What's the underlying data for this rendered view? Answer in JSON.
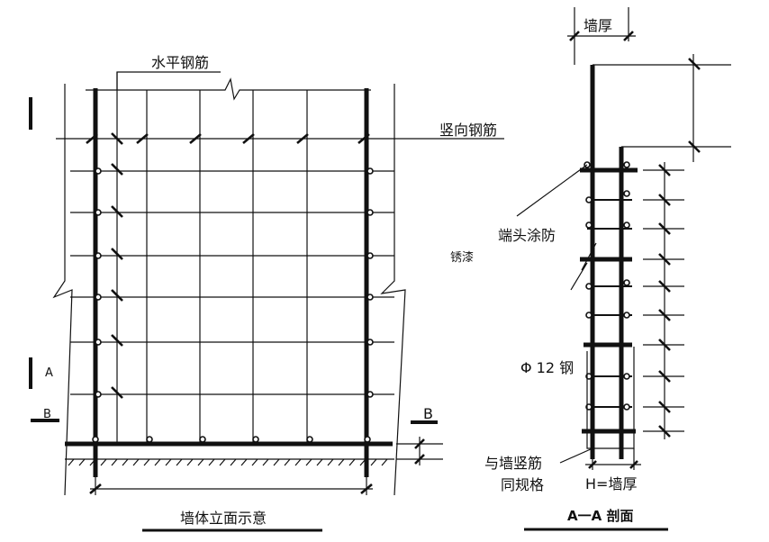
{
  "elevation": {
    "label_horizontal_rebar": "水平钢筋",
    "label_vertical_rebar": "竖向钢筋",
    "label_title": "墙体立面示意",
    "mark_a": "A",
    "mark_b_left": "B",
    "mark_b_right": "B"
  },
  "section": {
    "label_wall_thickness_top": "墙厚",
    "label_end_rust_paint_1": "端头涂防",
    "label_end_rust_paint_2": "锈漆",
    "label_steel": "Φ 12 钢",
    "label_same_spec_1": "与墙竖筋",
    "label_same_spec_2": "同规格",
    "label_h_wall": "H=墙厚",
    "label_title": "A一A 剖面"
  }
}
